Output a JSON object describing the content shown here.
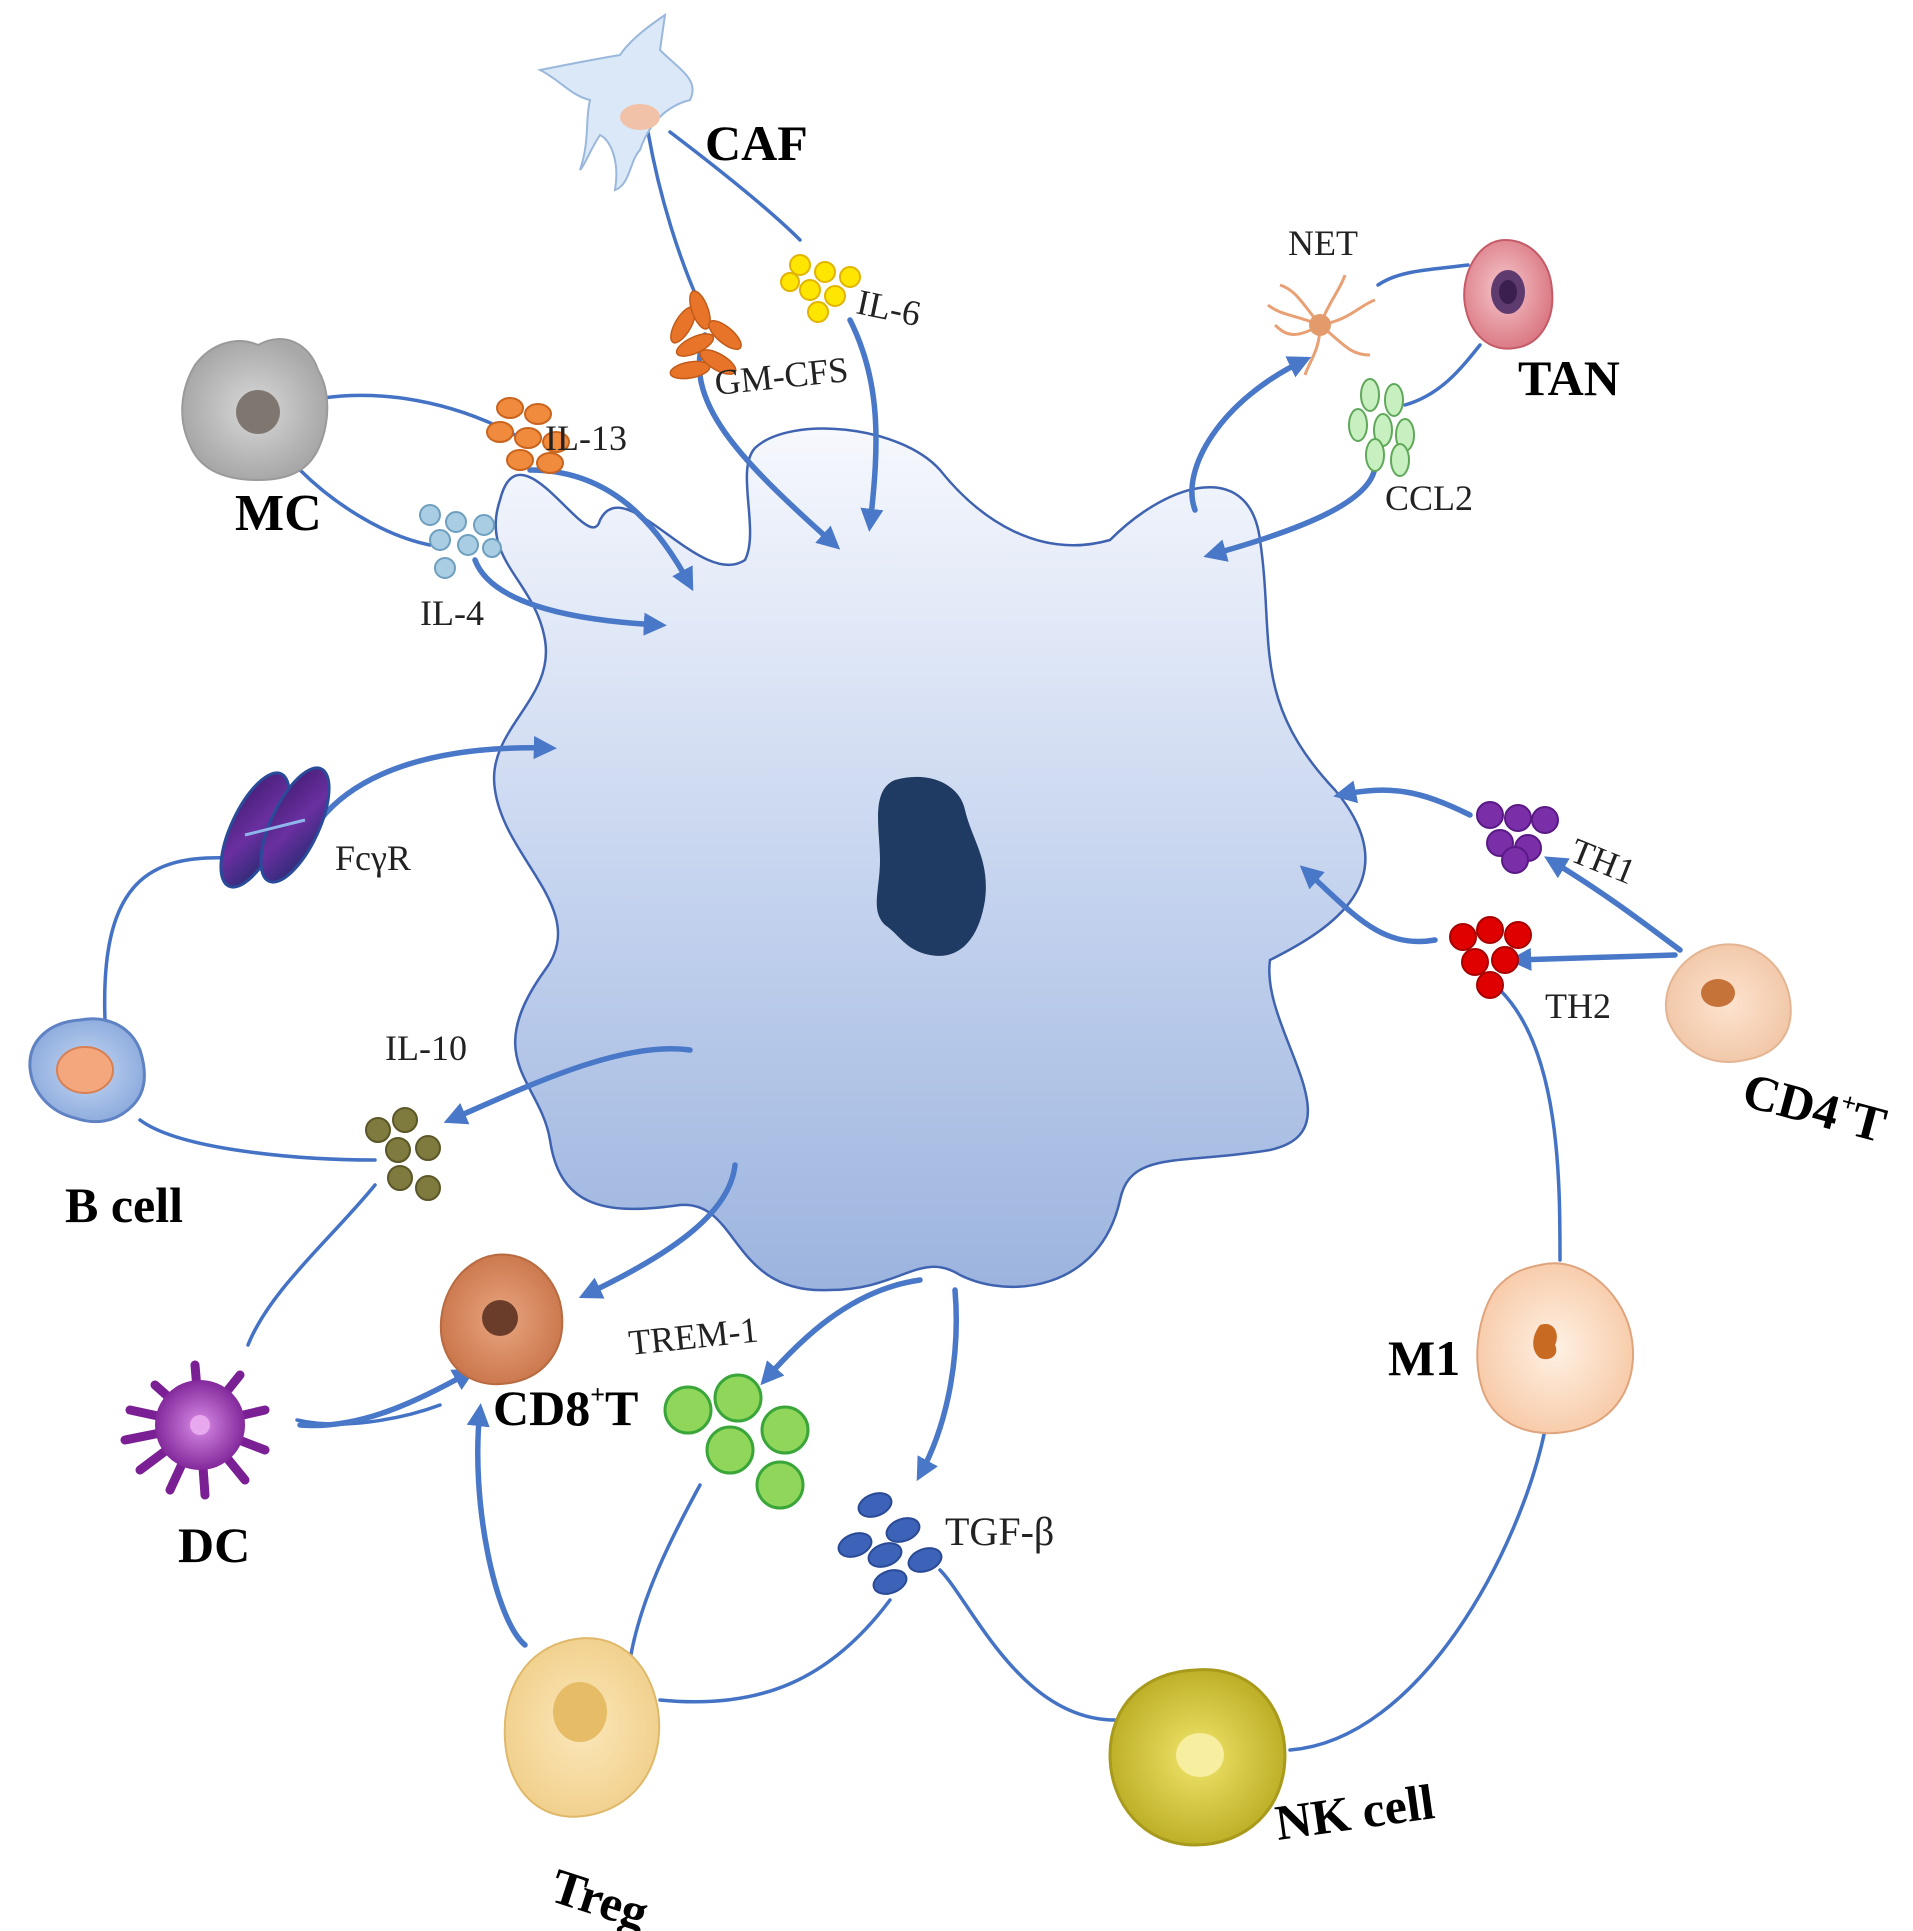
{
  "cells": {
    "caf": "CAF",
    "mc": "MC",
    "tan": "TAN",
    "b_cell": "B cell",
    "dc": "DC",
    "cd8_t": {
      "main": "CD8",
      "sup": "+",
      "tail": "T"
    },
    "treg": "Treg",
    "nk_cell": "NK cell",
    "m1": "M1",
    "cd4_t": {
      "main": "CD4",
      "sup": "+",
      "tail": "T"
    }
  },
  "molecules": {
    "il6": "IL-6",
    "gm_cfs": "GM-CFS",
    "il13": "IL-13",
    "il4": "IL-4",
    "net": "NET",
    "ccl2": "CCL2",
    "fcgr": "FcγR",
    "th1": "TH1",
    "th2": "TH2",
    "il10": "IL-10",
    "trem1": "TREM-1",
    "tgfb": "TGF-β"
  },
  "colors": {
    "tumor_top": "#f4f6fc",
    "tumor_bottom": "#9fb6e0",
    "nucleus": "#1f3a63",
    "line": "#4472c4",
    "il6": "#ffe600",
    "gm_cfs": "#e8742a",
    "il13": "#f08a3c",
    "il4": "#a9cde3",
    "ccl2": "#c8efc0",
    "th1": "#7a2ea8",
    "th2": "#e00000",
    "il10": "#7f7a3e",
    "trem1": "#8fd65a",
    "tgfb": "#3d63b8"
  }
}
